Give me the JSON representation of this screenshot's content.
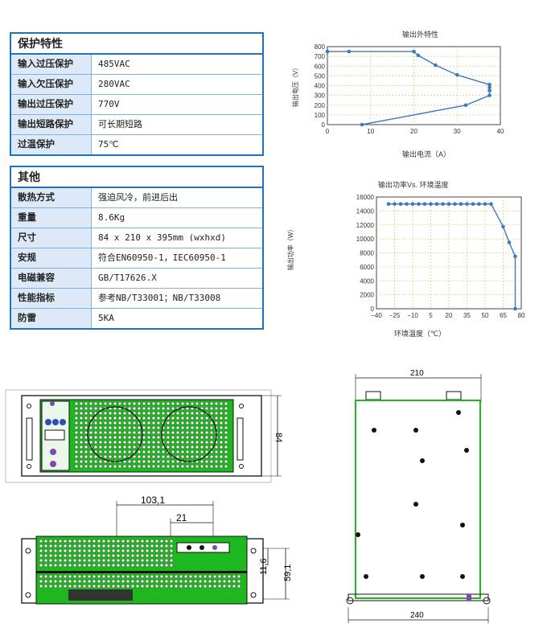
{
  "protection": {
    "title": "保护特性",
    "rows": [
      {
        "label": "输入过压保护",
        "value": "485VAC"
      },
      {
        "label": "输入欠压保护",
        "value": "280VAC"
      },
      {
        "label": "输出过压保护",
        "value": "770V"
      },
      {
        "label": "输出短路保护",
        "value": "可长期短路"
      },
      {
        "label": "过温保护",
        "value": "75℃"
      }
    ]
  },
  "other": {
    "title": "其他",
    "rows": [
      {
        "label": "散热方式",
        "value": "强迫风冷，前进后出"
      },
      {
        "label": "重量",
        "value": "8.6Kg"
      },
      {
        "label": "尺寸",
        "value": "84 x 210 x 395mm (wxhxd)"
      },
      {
        "label": "安规",
        "value": "符合EN60950-1，IEC60950-1"
      },
      {
        "label": "电磁兼容",
        "value": "GB/T17626.X"
      },
      {
        "label": "性能指标",
        "value": "参考NB/T33001；NB/T33008"
      },
      {
        "label": "防雷",
        "value": "5KA"
      }
    ]
  },
  "chart_data": [
    {
      "type": "line",
      "title": "输出外特性",
      "xlabel": "输出电流（A）",
      "ylabel": "输出电压（V）",
      "xlim": [
        0,
        40
      ],
      "ylim": [
        0,
        800
      ],
      "xticks": [
        "0",
        "10",
        "20",
        "30",
        "40"
      ],
      "yticks": [
        "0",
        "100",
        "200",
        "300",
        "400",
        "500",
        "600",
        "700",
        "800"
      ],
      "grid": true,
      "x": [
        0,
        5,
        20,
        21,
        25,
        30,
        37.5,
        37.5,
        37.5,
        37.5,
        32,
        8
      ],
      "y": [
        750,
        750,
        750,
        710,
        610,
        510,
        410,
        380,
        350,
        300,
        200,
        0
      ]
    },
    {
      "type": "line",
      "title": "输出功率Vs. 环境温度",
      "xlabel": "环境温度（℃）",
      "ylabel": "输出功率（W）",
      "xlim": [
        -40,
        80
      ],
      "ylim": [
        0,
        16000
      ],
      "xticks": [
        "−40",
        "−25",
        "−10",
        "5",
        "20",
        "35",
        "50",
        "65",
        "80"
      ],
      "yticks": [
        "0",
        "2000",
        "4000",
        "6000",
        "8000",
        "10000",
        "12000",
        "14000",
        "16000"
      ],
      "grid": true,
      "x": [
        -30,
        -25,
        -20,
        -15,
        -10,
        -5,
        0,
        5,
        10,
        15,
        20,
        25,
        30,
        35,
        40,
        45,
        50,
        55,
        65,
        70,
        75,
        75
      ],
      "y": [
        15000,
        15000,
        15000,
        15000,
        15000,
        15000,
        15000,
        15000,
        15000,
        15000,
        15000,
        15000,
        15000,
        15000,
        15000,
        15000,
        15000,
        15000,
        11750,
        9500,
        7500,
        0
      ]
    }
  ],
  "drawings": {
    "front_height": "84",
    "dim_103": "103,1",
    "dim_21": "21",
    "dim_11": "11,6",
    "dim_59": "59,1",
    "side_top_width": "210",
    "side_bottom_width": "240"
  }
}
